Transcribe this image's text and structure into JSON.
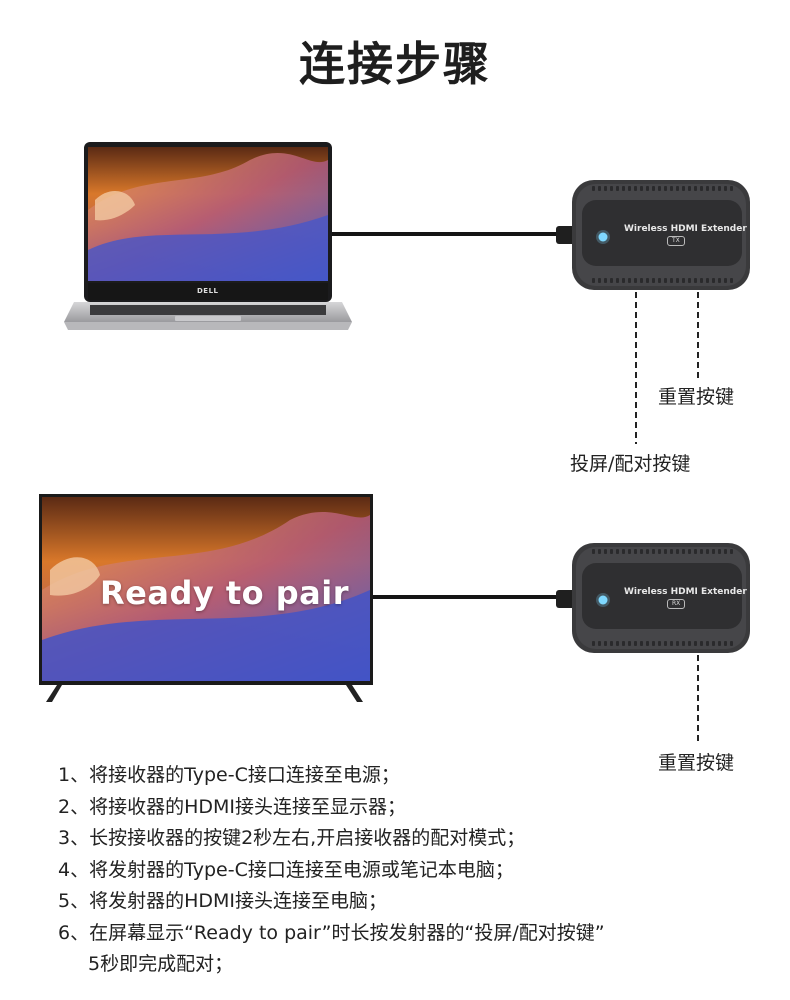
{
  "title": "连接步骤",
  "transmitter": {
    "label": "Wireless HDMI Extender",
    "tag": "TX",
    "laptop_brand": "DELL",
    "reset_label": "重置按键",
    "pair_label": "投屏/配对按键"
  },
  "receiver": {
    "label": "Wireless HDMI Extender",
    "tag": "RX",
    "screen_text": "Ready to pair",
    "reset_label": "重置按键"
  },
  "steps": [
    "1、将接收器的Type-C接口连接至电源；",
    "2、将接收器的HDMI接头连接至显示器；",
    "3、长按接收器的按键2秒左右,开启接收器的配对模式；",
    "4、将发射器的Type-C接口连接至电源或笔记本电脑；",
    "5、将发射器的HDMI接头连接至电脑；",
    "6、在屏幕显示“Ready to pair”时长按发射器的“投屏/配对按键”",
    "5秒即完成配对；"
  ],
  "colors": {
    "device_body": "#3a3a3c",
    "led": "#7fd9ff",
    "cable": "#151515"
  }
}
